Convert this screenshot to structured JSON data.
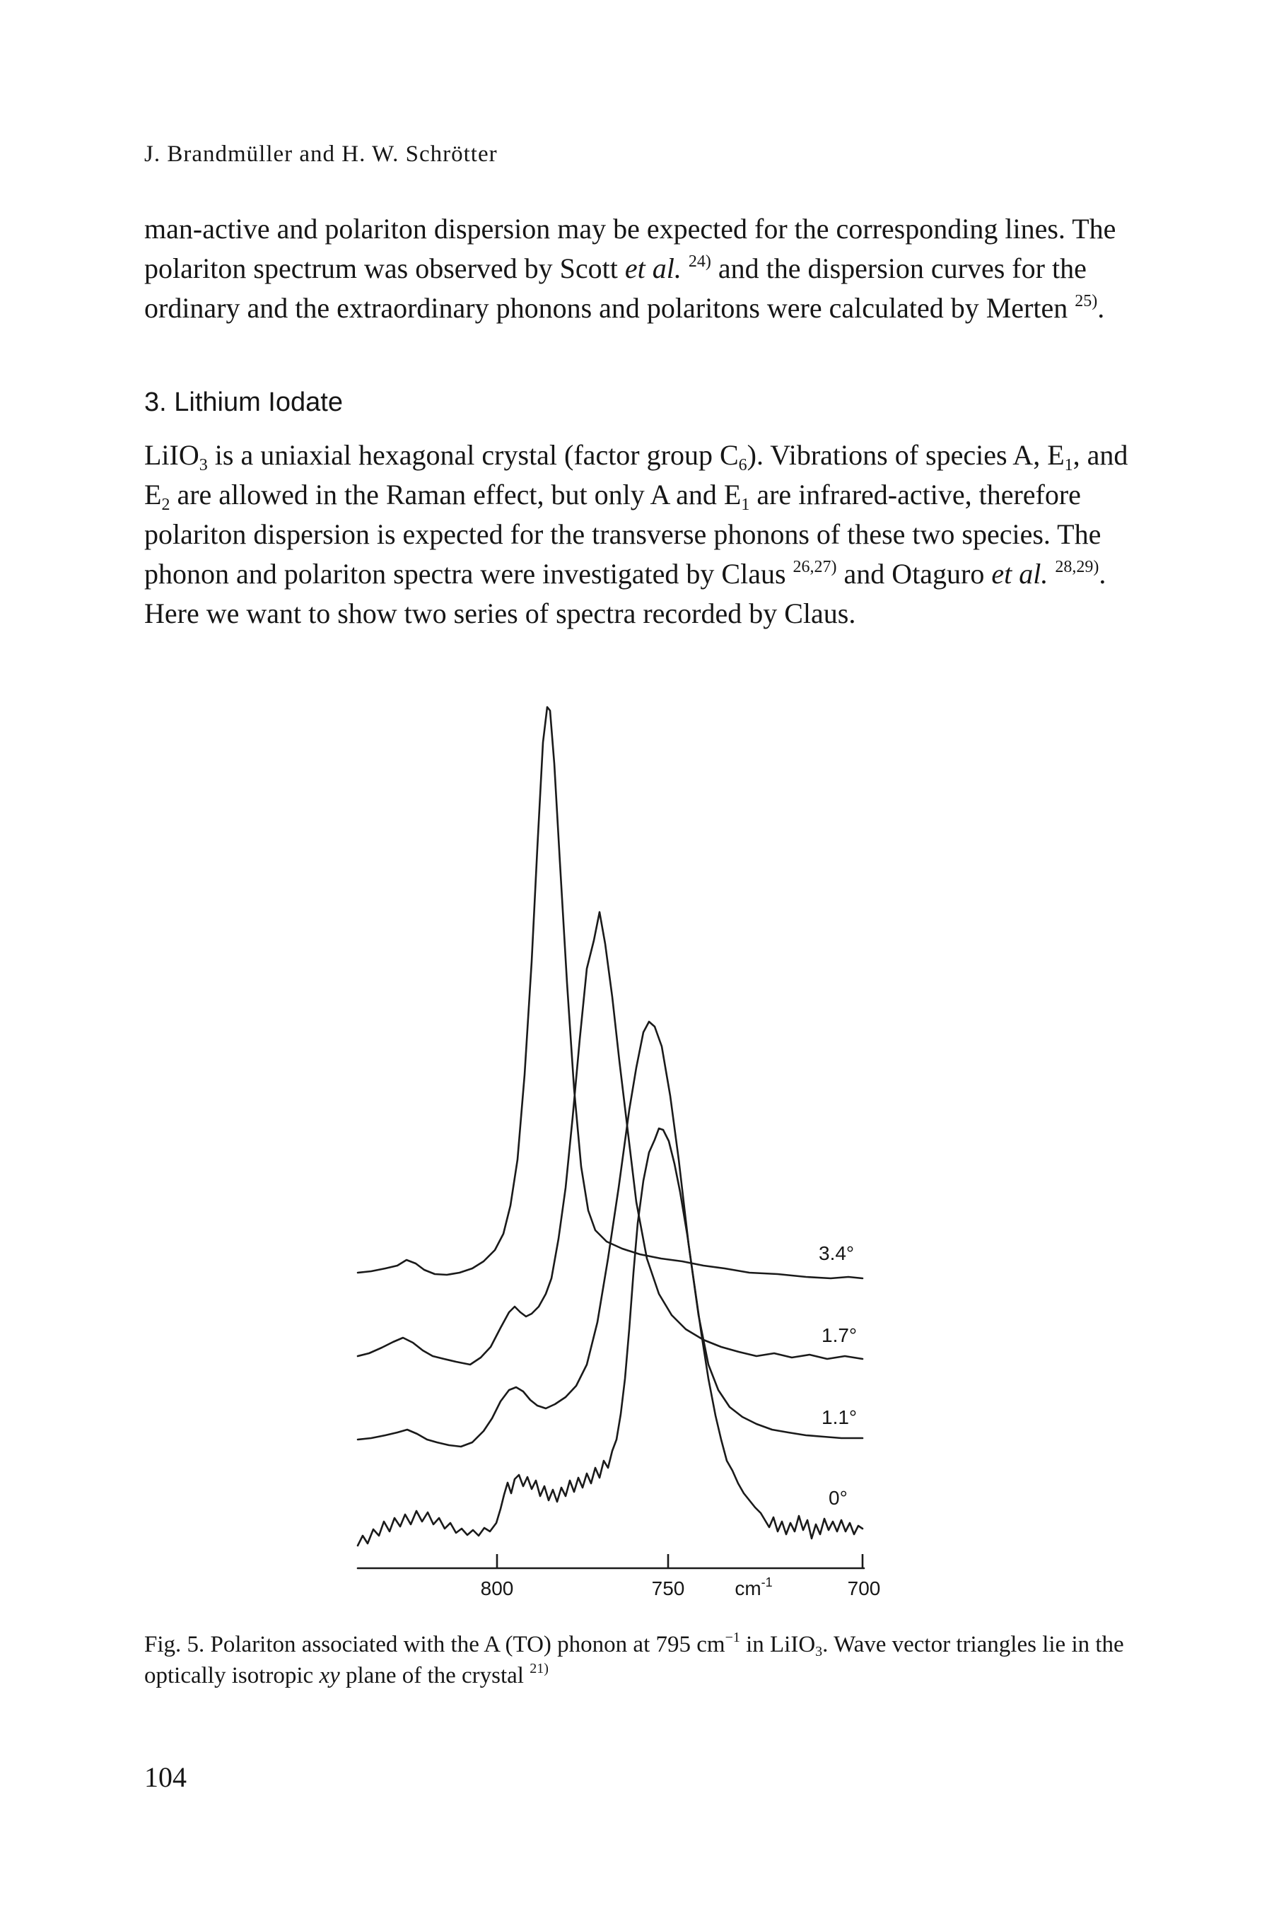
{
  "running_head": "J. Brandmüller and H. W. Schrötter",
  "paragraph1": {
    "t1": "man-active and polariton dispersion may be expected for the corresponding lines. The polariton spectrum was observed by Scott ",
    "etal": "et al.",
    "ref1": "24)",
    "t2": " and the dispersion curves for the ordinary and the extraordinary phonons and polaritons were calculated by Merten ",
    "ref2": "25)",
    "t3": "."
  },
  "section_heading": "3. Lithium Iodate",
  "paragraph2": {
    "s1": "LiIO",
    "s1_sub": "3",
    "s2": " is a uniaxial hexagonal crystal (factor group C",
    "s2_sub": "6",
    "s3": "). Vibrations of species A, E",
    "s3_sub": "1",
    "s4": ", and E",
    "s4_sub": "2",
    "s5": " are allowed in the Raman effect, but only A and E",
    "s5_sub": "1",
    "s6": " are infrared-active, therefore polariton dispersion is expected for the transverse phonons of these two species. The phonon and polariton spectra were investigated by Claus ",
    "ref1": "26,27)",
    "s7": " and Otaguro ",
    "etal": "et al.",
    "ref2": "28,29)",
    "s8": ". Here we want to show two series of spectra recorded by Claus."
  },
  "figure": {
    "axis_ticks": [
      "800",
      "750",
      "700"
    ],
    "axis_unit": "cm",
    "axis_unit_sup": "-1",
    "curve_labels": [
      "3.4°",
      "1.7°",
      "1.1°",
      "0°"
    ]
  },
  "caption": {
    "c1": "Fig. 5. Polariton associated with the A (TO) phonon at 795 cm",
    "c1_sup": "−1",
    "c2": " in LiIO",
    "c2_sub": "3",
    "c3": ". Wave vector triangles lie in the optically isotropic ",
    "c3_italic": "xy",
    "c4": " plane of the crystal ",
    "ref": "21)"
  },
  "page_number": "104"
}
